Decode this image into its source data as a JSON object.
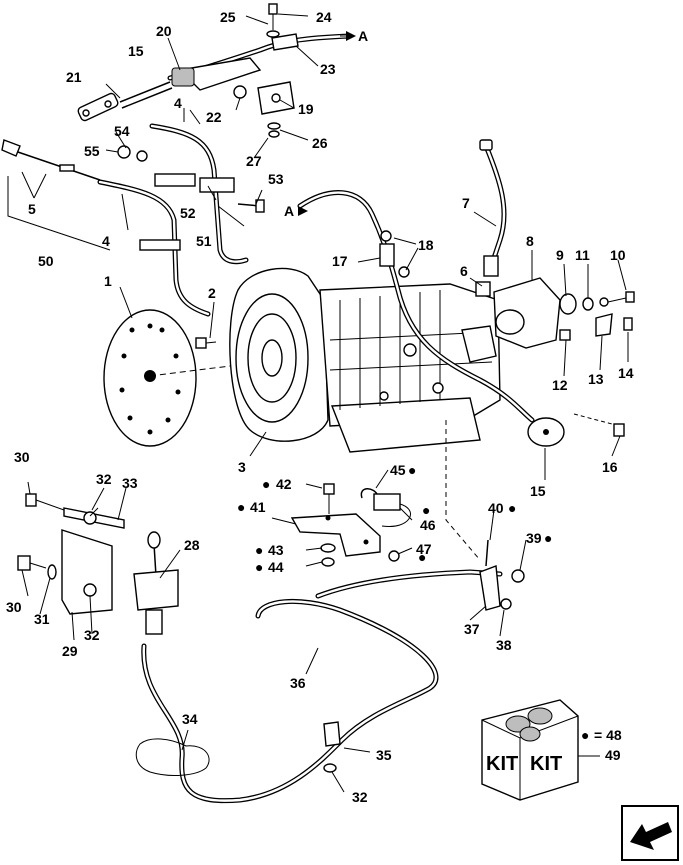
{
  "callouts": [
    "1",
    "2",
    "3",
    "4",
    "5",
    "6",
    "7",
    "8",
    "9",
    "10",
    "11",
    "12",
    "13",
    "14",
    "15",
    "16",
    "17",
    "18",
    "19",
    "20",
    "21",
    "22",
    "23",
    "24",
    "25",
    "26",
    "27",
    "28",
    "29",
    "30",
    "31",
    "32",
    "33",
    "34",
    "35",
    "36",
    "37",
    "38",
    "39",
    "40",
    "41",
    "42",
    "43",
    "44",
    "45",
    "46",
    "47",
    "48",
    "49",
    "50",
    "51",
    "52",
    "53",
    "54",
    "55"
  ],
  "refs": {
    "a": "A"
  },
  "kit": {
    "label": "KIT",
    "bullet_eq": "= 48",
    "number": "49"
  },
  "bullet_symbol": "●",
  "icons": [
    "arrow-icon",
    "kit-box-icon"
  ]
}
